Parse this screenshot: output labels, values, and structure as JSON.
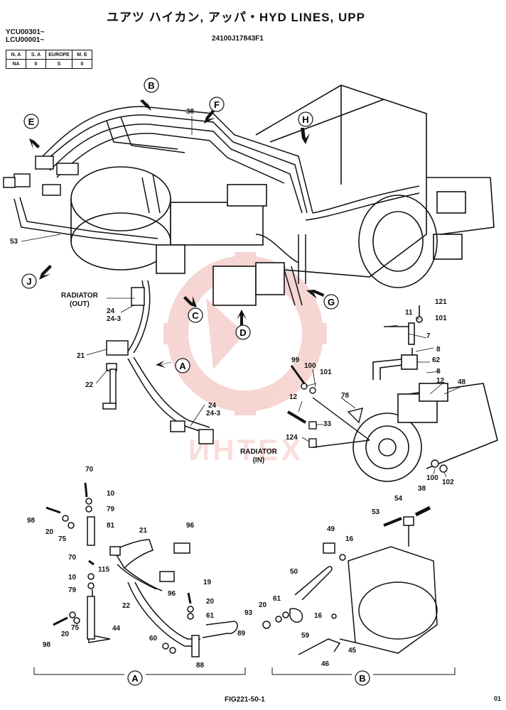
{
  "header": {
    "title": "ユアツ ハイカン, アッパ・HYD LINES, UPP",
    "serial_lines": [
      "YCU00301~",
      "LCU00001~"
    ],
    "part_code": "24100J17843F1",
    "region_table": {
      "headers": [
        "N. A",
        "S. A",
        "EUROPE",
        "M. E"
      ],
      "values": [
        "NA",
        "0",
        "S",
        "0"
      ]
    }
  },
  "view_labels": [
    "A",
    "B",
    "C",
    "D",
    "E",
    "F",
    "G",
    "H",
    "J"
  ],
  "annotations": {
    "radiator_out": [
      "RADIATOR",
      "(OUT)"
    ],
    "radiator_in": [
      "RADIATOR",
      "(IN)"
    ]
  },
  "main_callouts": {
    "p38": "38",
    "p53": "53",
    "p24a": "24",
    "p24_3a": "24-3",
    "p21": "21",
    "p22": "22",
    "p24b": "24",
    "p24_3b": "24-3",
    "p121": "121",
    "p101a": "101",
    "p11": "11",
    "p7": "7",
    "p8a": "8",
    "p62": "62",
    "p8b": "8",
    "p12a": "12",
    "p48": "48",
    "p99": "99",
    "p100a": "100",
    "p101b": "101",
    "p78": "78",
    "p12b": "12",
    "p33": "33",
    "p124": "124",
    "p100b": "100",
    "p102": "102"
  },
  "detail_a_callouts": {
    "p70a": "70",
    "p10a": "10",
    "p79a": "79",
    "p98a": "98",
    "p20a": "20",
    "p75a": "75",
    "p81": "81",
    "p21": "21",
    "p96a": "96",
    "p70b": "70",
    "p115": "115",
    "p10b": "10",
    "p79b": "79",
    "p96b": "96",
    "p22": "22",
    "p19": "19",
    "p20b": "20",
    "p61": "61",
    "p75b": "75",
    "p44": "44",
    "p98b": "98",
    "p20c": "20",
    "p89": "89",
    "p60": "60",
    "p88": "88"
  },
  "detail_b_callouts": {
    "p38": "38",
    "p54": "54",
    "p53": "53",
    "p49": "49",
    "p16a": "16",
    "p50": "50",
    "p61": "61",
    "p20": "20",
    "p93": "93",
    "p16b": "16",
    "p59": "59",
    "p45": "45",
    "p46": "46"
  },
  "footer": {
    "figure_number": "FIG221-50-1",
    "page_corner": "01",
    "section_a": "A",
    "section_b": "B"
  },
  "watermark": "ИНТЕХ"
}
